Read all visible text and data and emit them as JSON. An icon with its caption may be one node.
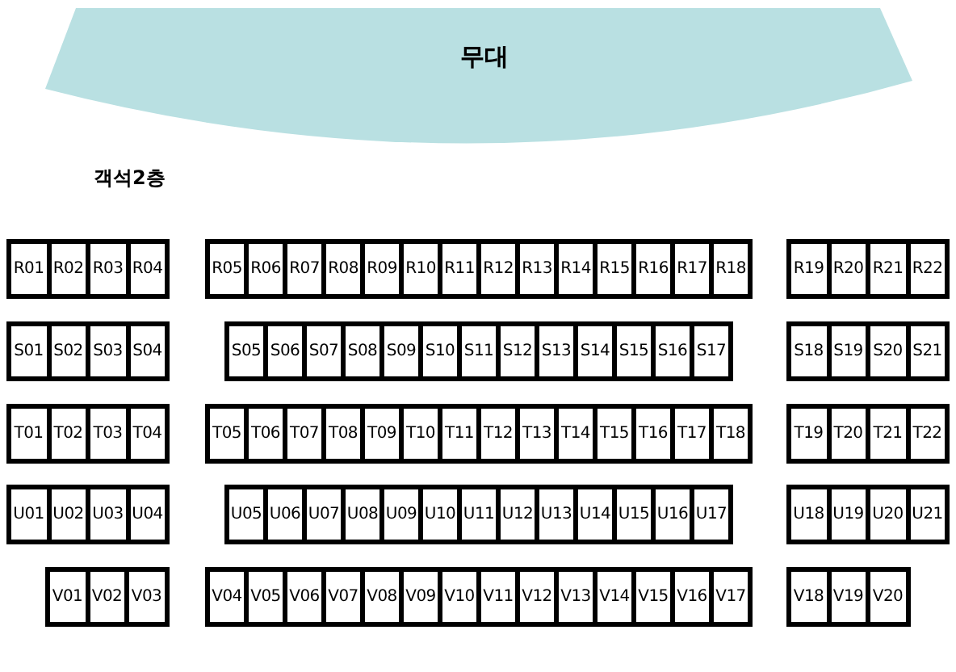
{
  "diagram": {
    "nodes": [
      {
        "text": [
          "무대"
        ]
      },
      {
        "text": [
          "R01"
        ]
      },
      {
        "text": [
          "R02"
        ]
      },
      {
        "text": [
          "R03"
        ]
      },
      {
        "text": [
          "R04"
        ]
      },
      {
        "text": [
          "R05"
        ]
      },
      {
        "text": [
          "R06"
        ]
      },
      {
        "text": [
          "R07"
        ]
      },
      {
        "text": [
          "R08"
        ]
      },
      {
        "text": [
          "R09"
        ]
      },
      {
        "text": [
          "R10"
        ]
      },
      {
        "text": [
          "R11"
        ]
      },
      {
        "text": [
          "R12"
        ]
      },
      {
        "text": [
          "R13"
        ]
      },
      {
        "text": [
          "R14"
        ]
      },
      {
        "text": [
          "R15"
        ]
      },
      {
        "text": [
          "R16"
        ]
      },
      {
        "text": [
          "R17"
        ]
      },
      {
        "text": [
          "R18"
        ]
      },
      {
        "text": [
          "R19"
        ]
      },
      {
        "text": [
          "R20"
        ]
      },
      {
        "text": [
          "R21"
        ]
      },
      {
        "text": [
          "R22"
        ]
      },
      {
        "text": [
          "S01"
        ]
      },
      {
        "text": [
          "S02"
        ]
      },
      {
        "text": [
          "S03"
        ]
      },
      {
        "text": [
          "S04"
        ]
      },
      {
        "text": [
          "S05"
        ]
      },
      {
        "text": [
          "S06"
        ]
      },
      {
        "text": [
          "S07"
        ]
      },
      {
        "text": [
          "S08"
        ]
      },
      {
        "text": [
          "S09"
        ]
      },
      {
        "text": [
          "S10"
        ]
      },
      {
        "text": [
          "S11"
        ]
      },
      {
        "text": [
          "S12"
        ]
      },
      {
        "text": [
          "S13"
        ]
      },
      {
        "text": [
          "S14"
        ]
      },
      {
        "text": [
          "S15"
        ]
      },
      {
        "text": [
          "S16"
        ]
      },
      {
        "text": [
          "S17"
        ]
      },
      {
        "text": [
          "S18"
        ]
      },
      {
        "text": [
          "S19"
        ]
      },
      {
        "text": [
          "S20"
        ]
      },
      {
        "text": [
          "S21"
        ]
      },
      {
        "text": [
          "T01"
        ]
      },
      {
        "text": [
          "T02"
        ]
      },
      {
        "text": [
          "T03"
        ]
      },
      {
        "text": [
          "T04"
        ]
      },
      {
        "text": [
          "T05"
        ]
      },
      {
        "text": [
          "T06"
        ]
      },
      {
        "text": [
          "T07"
        ]
      },
      {
        "text": [
          "T08"
        ]
      },
      {
        "text": [
          "T09"
        ]
      },
      {
        "text": [
          "T10"
        ]
      },
      {
        "text": [
          "T11"
        ]
      },
      {
        "text": [
          "T12"
        ]
      },
      {
        "text": [
          "T13"
        ]
      },
      {
        "text": [
          "T14"
        ]
      },
      {
        "text": [
          "T15"
        ]
      },
      {
        "text": [
          "T16"
        ]
      },
      {
        "text": [
          "T17"
        ]
      },
      {
        "text": [
          "T18"
        ]
      },
      {
        "text": [
          "T19"
        ]
      },
      {
        "text": [
          "T20"
        ]
      },
      {
        "text": [
          "T21"
        ]
      },
      {
        "text": [
          "T22"
        ]
      },
      {
        "text": [
          "U01"
        ]
      },
      {
        "text": [
          "U02"
        ]
      },
      {
        "text": [
          "U03"
        ]
      },
      {
        "text": [
          "U04"
        ]
      },
      {
        "text": [
          "U05"
        ]
      },
      {
        "text": [
          "U06"
        ]
      },
      {
        "text": [
          "U07"
        ]
      },
      {
        "text": [
          "U08"
        ]
      },
      {
        "text": [
          "U09"
        ]
      },
      {
        "text": [
          "U10"
        ]
      },
      {
        "text": [
          "U11"
        ]
      },
      {
        "text": [
          "U12"
        ]
      },
      {
        "text": [
          "U13"
        ]
      },
      {
        "text": [
          "U14"
        ]
      },
      {
        "text": [
          "U15"
        ]
      },
      {
        "text": [
          "U16"
        ]
      },
      {
        "text": [
          "U17"
        ]
      },
      {
        "text": [
          "U18"
        ]
      },
      {
        "text": [
          "U19"
        ]
      },
      {
        "text": [
          "U20"
        ]
      },
      {
        "text": [
          "U21"
        ]
      },
      {
        "text": [
          "V01"
        ]
      },
      {
        "text": [
          "V02"
        ]
      },
      {
        "text": [
          "V03"
        ]
      },
      {
        "text": [
          "V04"
        ]
      },
      {
        "text": [
          "V05"
        ]
      },
      {
        "text": [
          "V06"
        ]
      },
      {
        "text": [
          "V07"
        ]
      },
      {
        "text": [
          "V08"
        ]
      },
      {
        "text": [
          "V09"
        ]
      },
      {
        "text": [
          "V10"
        ]
      },
      {
        "text": [
          "V11"
        ]
      },
      {
        "text": [
          "V12"
        ]
      },
      {
        "text": [
          "V13"
        ]
      },
      {
        "text": [
          "V14"
        ]
      },
      {
        "text": [
          "V15"
        ]
      },
      {
        "text": [
          "V16"
        ]
      },
      {
        "text": [
          "V17"
        ]
      },
      {
        "text": [
          "V18"
        ]
      },
      {
        "text": [
          "V19"
        ]
      },
      {
        "text": [
          "V20"
        ]
      }
    ],
    "labels": [
      "객석2층"
    ]
  }
}
